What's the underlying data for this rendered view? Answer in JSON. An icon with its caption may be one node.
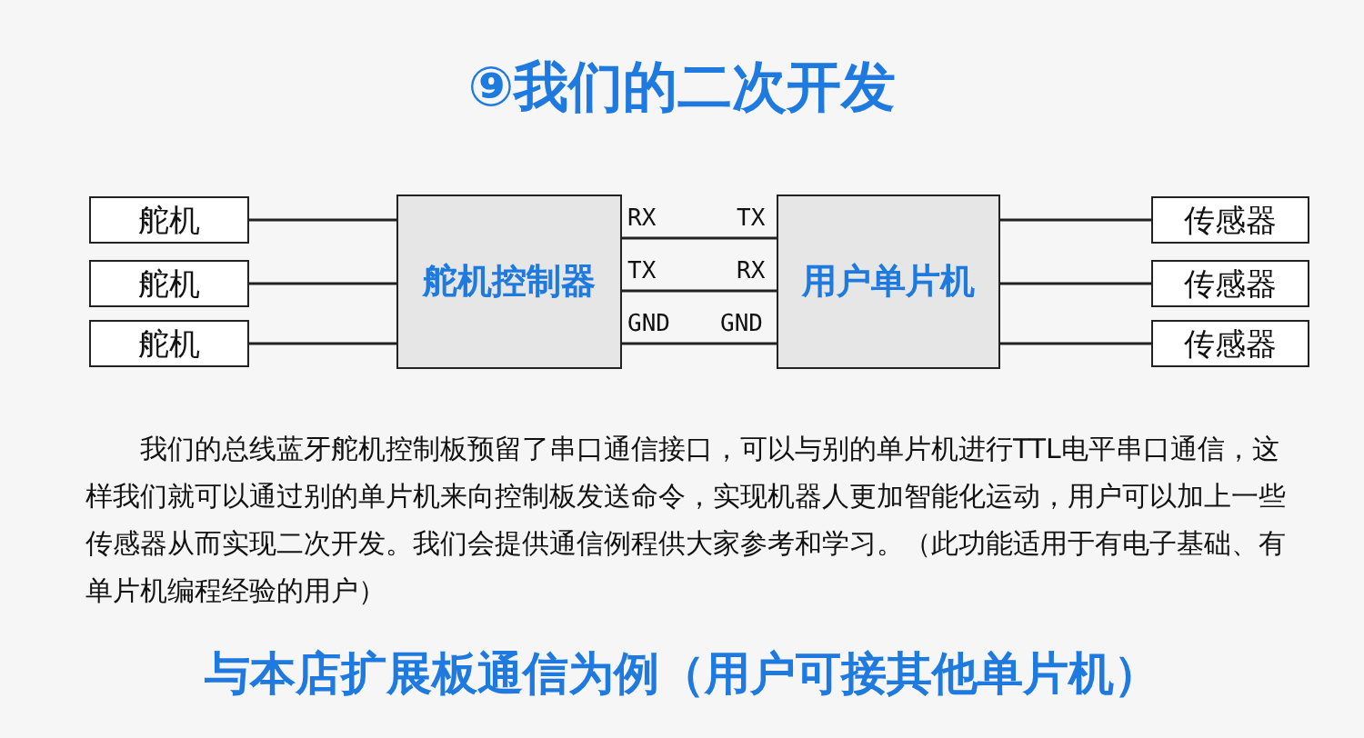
{
  "diagram": {
    "title": "⑨我们的二次开发",
    "caption": "与本店扩展板通信为例（用户可接其他单片机）",
    "nodes": [
      {
        "text": [
          "舵机"
        ]
      },
      {
        "text": [
          "舵机"
        ]
      },
      {
        "text": [
          "舵机"
        ]
      },
      {
        "text": [
          "舵机控制器"
        ]
      },
      {
        "text": [
          "用户单片机"
        ]
      },
      {
        "text": [
          "传感器"
        ]
      },
      {
        "text": [
          "传感器"
        ]
      },
      {
        "text": [
          "传感器"
        ]
      }
    ],
    "edges": [
      {
        "from": 0,
        "to": 3,
        "arrow": "none"
      },
      {
        "from": 1,
        "to": 3,
        "arrow": "none"
      },
      {
        "from": 2,
        "to": 3,
        "arrow": "none"
      },
      {
        "from": 3,
        "to": 4,
        "arrow": "none"
      },
      {
        "from": 3,
        "to": 4,
        "arrow": "none"
      },
      {
        "from": 3,
        "to": 4,
        "arrow": "none"
      },
      {
        "from": 4,
        "to": 5,
        "arrow": "none"
      },
      {
        "from": 4,
        "to": 6,
        "arrow": "none"
      },
      {
        "from": 4,
        "to": 7,
        "arrow": "none"
      }
    ],
    "labels": [
      "RX",
      "TX",
      "TX",
      "RX",
      "GND",
      "GND",
      "我们的总线蓝牙舵机控制板预留了串口通信接口，可以与别的单片机进行TTL电平串口通信，这样我们就可以通过别的单片机来向控制板发送命令，实现机器人更加智能化运动，用户可以加上一些传感器从而实现二次开发。我们会提供通信例程供大家参考和学习。（此功能适用于有电子基础、有单片机编程经验的用户）"
    ]
  }
}
